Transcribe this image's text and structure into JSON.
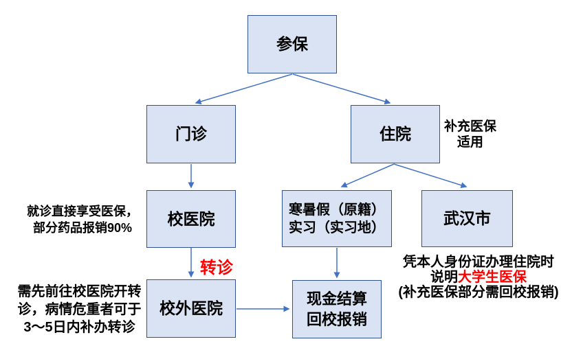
{
  "diagram": {
    "nodes": {
      "enroll": {
        "label": "参保"
      },
      "outpatient": {
        "label": "门诊"
      },
      "inpatient": {
        "label": "住院"
      },
      "school_hospital": {
        "label": "校医院"
      },
      "vacation_internship": {
        "line1": "寒暑假（原籍）",
        "line2": "实习（实习地）"
      },
      "wuhan_city": {
        "label": "武汉市"
      },
      "off_campus_hospital": {
        "label": "校外医院"
      },
      "cash_settlement": {
        "line1": "现金结算",
        "line2": "回校报销"
      }
    },
    "notes": {
      "supplementary": {
        "line1": "补充医保",
        "line2": "适用"
      },
      "clinic_direct": {
        "line1": "就诊直接享受医保，",
        "line2": "部分药品报销90%"
      },
      "referral_label": "转诊",
      "referral_note": {
        "line1": "需先前往校医院开转",
        "line2": "诊，病情危重者可于",
        "line3": "3～5日内补办转诊"
      },
      "id_note": {
        "line1": "凭本人身份证办理住院时",
        "line2_prefix": "说明",
        "line2_highlight": "大学生医保",
        "line3": "(补充医保部分需回校报销)"
      }
    },
    "colors": {
      "node_fill": "#dae3f3",
      "node_border": "#2f528f",
      "arrow": "#4472c4",
      "highlight_red": "#ff0000",
      "text": "#000000",
      "background": "#ffffff"
    }
  }
}
